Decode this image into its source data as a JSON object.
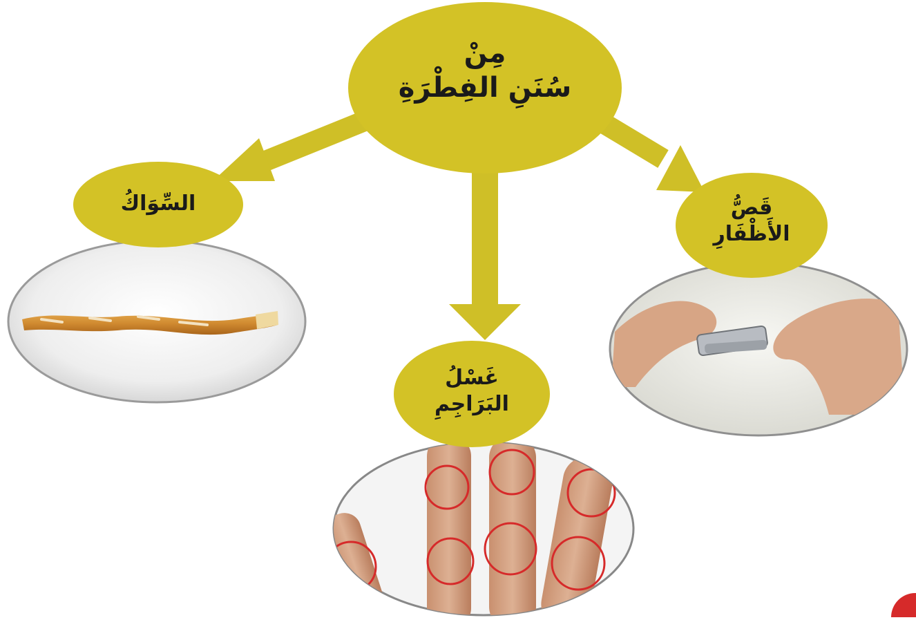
{
  "diagram": {
    "center": {
      "line1": "مِنْ",
      "line2": "سُنَنِ الفِطْرَةِ"
    },
    "nodes": [
      {
        "id": "siwak",
        "label": "السِّوَاكُ",
        "image_icon": "miswak-stick-icon"
      },
      {
        "id": "baraajim",
        "line1": "غَسْلُ",
        "line2": "البَرَاجِمِ",
        "image_icon": "finger-knuckles-icon"
      },
      {
        "id": "nails",
        "line1": "قَصُّ",
        "line2": "الأَظْفَارِ",
        "image_icon": "nail-clipper-hands-icon"
      }
    ]
  },
  "colors": {
    "node_fill": "#d3c226",
    "arrow": "#cfbf27",
    "circle_marks": "#d62a2a",
    "text": "#1a1a1a"
  }
}
